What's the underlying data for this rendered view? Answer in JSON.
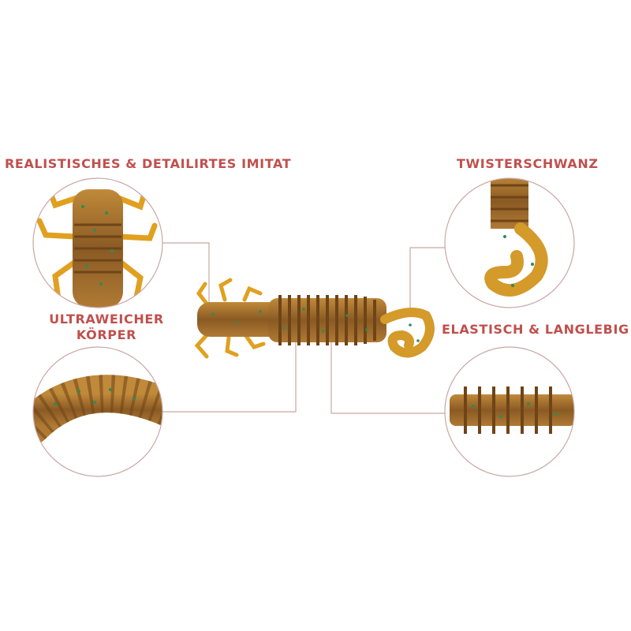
{
  "features": {
    "realistic": "REALISTISCHES & DETAILIRTES IMITAT",
    "twister": "TWISTERSCHWANZ",
    "ultra_line1": "ULTRAWEICHER",
    "ultra_line2": "KÖRPER",
    "elastic": "ELASTISCH & LANGLEBIG"
  },
  "colors": {
    "label": "#c0504d",
    "connector": "#c9a6a4",
    "bait_body": "#9a6a2e",
    "bait_legs": "#e0a020",
    "glitter": "#2e8b57"
  }
}
